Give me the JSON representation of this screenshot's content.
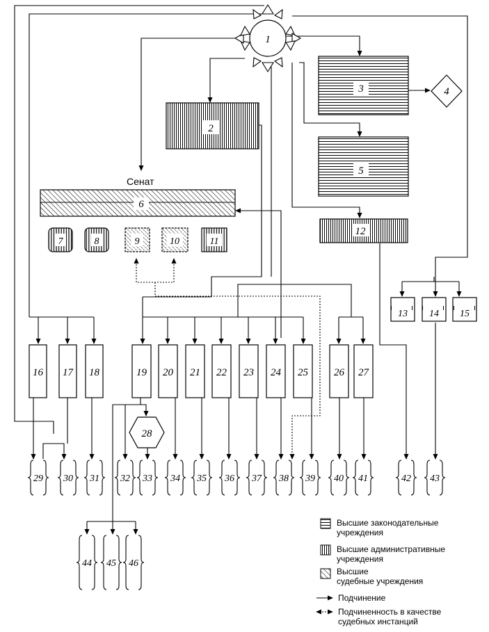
{
  "title_label": "Сенат",
  "nodes": {
    "n1": "1",
    "n2": "2",
    "n3": "3",
    "n4": "4",
    "n5": "5",
    "n6": "6",
    "n7": "7",
    "n8": "8",
    "n9": "9",
    "n10": "10",
    "n11": "11",
    "n12": "12",
    "n13": "13",
    "n14": "14",
    "n15": "15",
    "n16": "16",
    "n17": "17",
    "n18": "18",
    "n19": "19",
    "n20": "20",
    "n21": "21",
    "n22": "22",
    "n23": "23",
    "n24": "24",
    "n25": "25",
    "n26": "26",
    "n27": "27",
    "n28": "28",
    "n29": "29",
    "n30": "30",
    "n31": "31",
    "n32": "32",
    "n33": "33",
    "n34": "34",
    "n35": "35",
    "n36": "36",
    "n37": "37",
    "n38": "38",
    "n39": "39",
    "n40": "40",
    "n41": "41",
    "n42": "42",
    "n43": "43",
    "n44": "44",
    "n45": "45",
    "n46": "46"
  },
  "legend": {
    "legislative_1": "Высшие законодательные",
    "legislative_2": "учреждения",
    "administrative_1": "Высшие административные",
    "administrative_2": "учреждения",
    "judicial_1": "Высшие",
    "judicial_2": "судебные учреждения",
    "subordination": "Подчинение",
    "judicial_sub_1": "Подчиненность в качестве",
    "judicial_sub_2": "судебных инстанций"
  }
}
